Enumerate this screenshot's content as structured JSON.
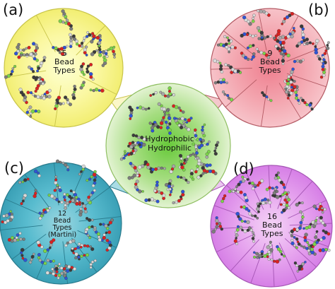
{
  "panels": [
    {
      "key": "a",
      "label": "(a)",
      "lines": [
        "5",
        "Bead",
        "Types"
      ],
      "wedges": 5,
      "colors": {
        "center": "#fcffd2",
        "mid": "#fbf8a3",
        "edge": "#f2ee72",
        "stroke": "#c8c44a"
      },
      "text_size": "ctext-big"
    },
    {
      "key": "b",
      "label": "(b)",
      "lines": [
        "9",
        "Bead",
        "Types"
      ],
      "wedges": 9,
      "colors": {
        "center": "#ef7f8f",
        "mid": "#f3a3ad",
        "edge": "#f7c3c9",
        "stroke": "#b45a64"
      },
      "text_size": "ctext-big"
    },
    {
      "key": "c",
      "label": "(c)",
      "lines": [
        "12",
        "Bead",
        "Types",
        "(Martini)"
      ],
      "wedges": 12,
      "colors": {
        "center": "#9ad6e0",
        "mid": "#59bccf",
        "edge": "#3aa0b6",
        "stroke": "#2a7b8d"
      },
      "text_size": "ctext"
    },
    {
      "key": "d",
      "label": "(d)",
      "lines": [
        "16",
        "Bead",
        "Types"
      ],
      "wedges": 16,
      "colors": {
        "center": "#f4d4f6",
        "mid": "#e7a6ef",
        "edge": "#d67fe6",
        "stroke": "#a556b5"
      },
      "text_size": "ctext-big"
    }
  ],
  "center": {
    "lines": [
      "Hydrophobic",
      "Hydrophilic"
    ],
    "colors": {
      "center": "#67c93a",
      "mid": "#a5dd80",
      "edge": "#e3f3d2",
      "stroke": "#8fbf62"
    }
  },
  "atom_colors": [
    "#3b3b3b",
    "#7d7d7d",
    "#a8a8a8",
    "#d9d9d9",
    "#d92222",
    "#2f55d4",
    "#7cd34a",
    "#f0f0f0"
  ]
}
